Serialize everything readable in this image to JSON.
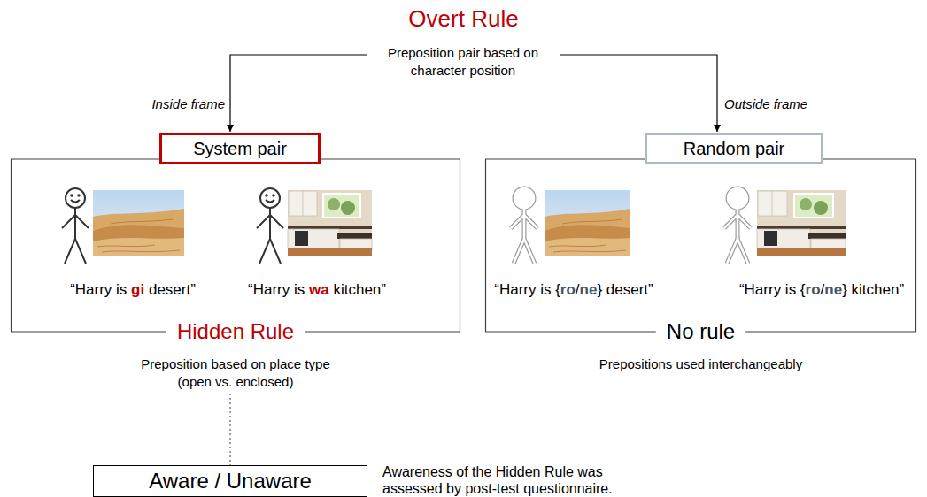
{
  "diagram": {
    "title": "Overt Rule",
    "nodes": [
      {
        "text": [
          "System pair"
        ]
      },
      {
        "text": [
          "Random pair"
        ]
      },
      {
        "text": [
          "Hidden Rule",
          "Preposition based on place type (open vs. enclosed)"
        ]
      },
      {
        "text": [
          "No rule",
          "Prepositions used interchangeably"
        ]
      },
      {
        "text": [
          "Aware / Unaware"
        ]
      }
    ],
    "edges": [
      {
        "from": 2,
        "to": 4,
        "arrow": "none"
      }
    ],
    "labels": [
      "Preposition pair based on character position",
      "Inside frame",
      "Outside frame",
      "“Harry is",
      "gi",
      "desert”",
      "“Harry is",
      "wa",
      "kitchen”",
      "“Harry is {",
      "ro",
      "/",
      "ne",
      "} desert”",
      "“Harry is {",
      "ro",
      "/",
      "ne",
      "} kitchen”",
      "Awareness of the Hidden Rule was assessed by post-test questionnaire."
    ]
  }
}
